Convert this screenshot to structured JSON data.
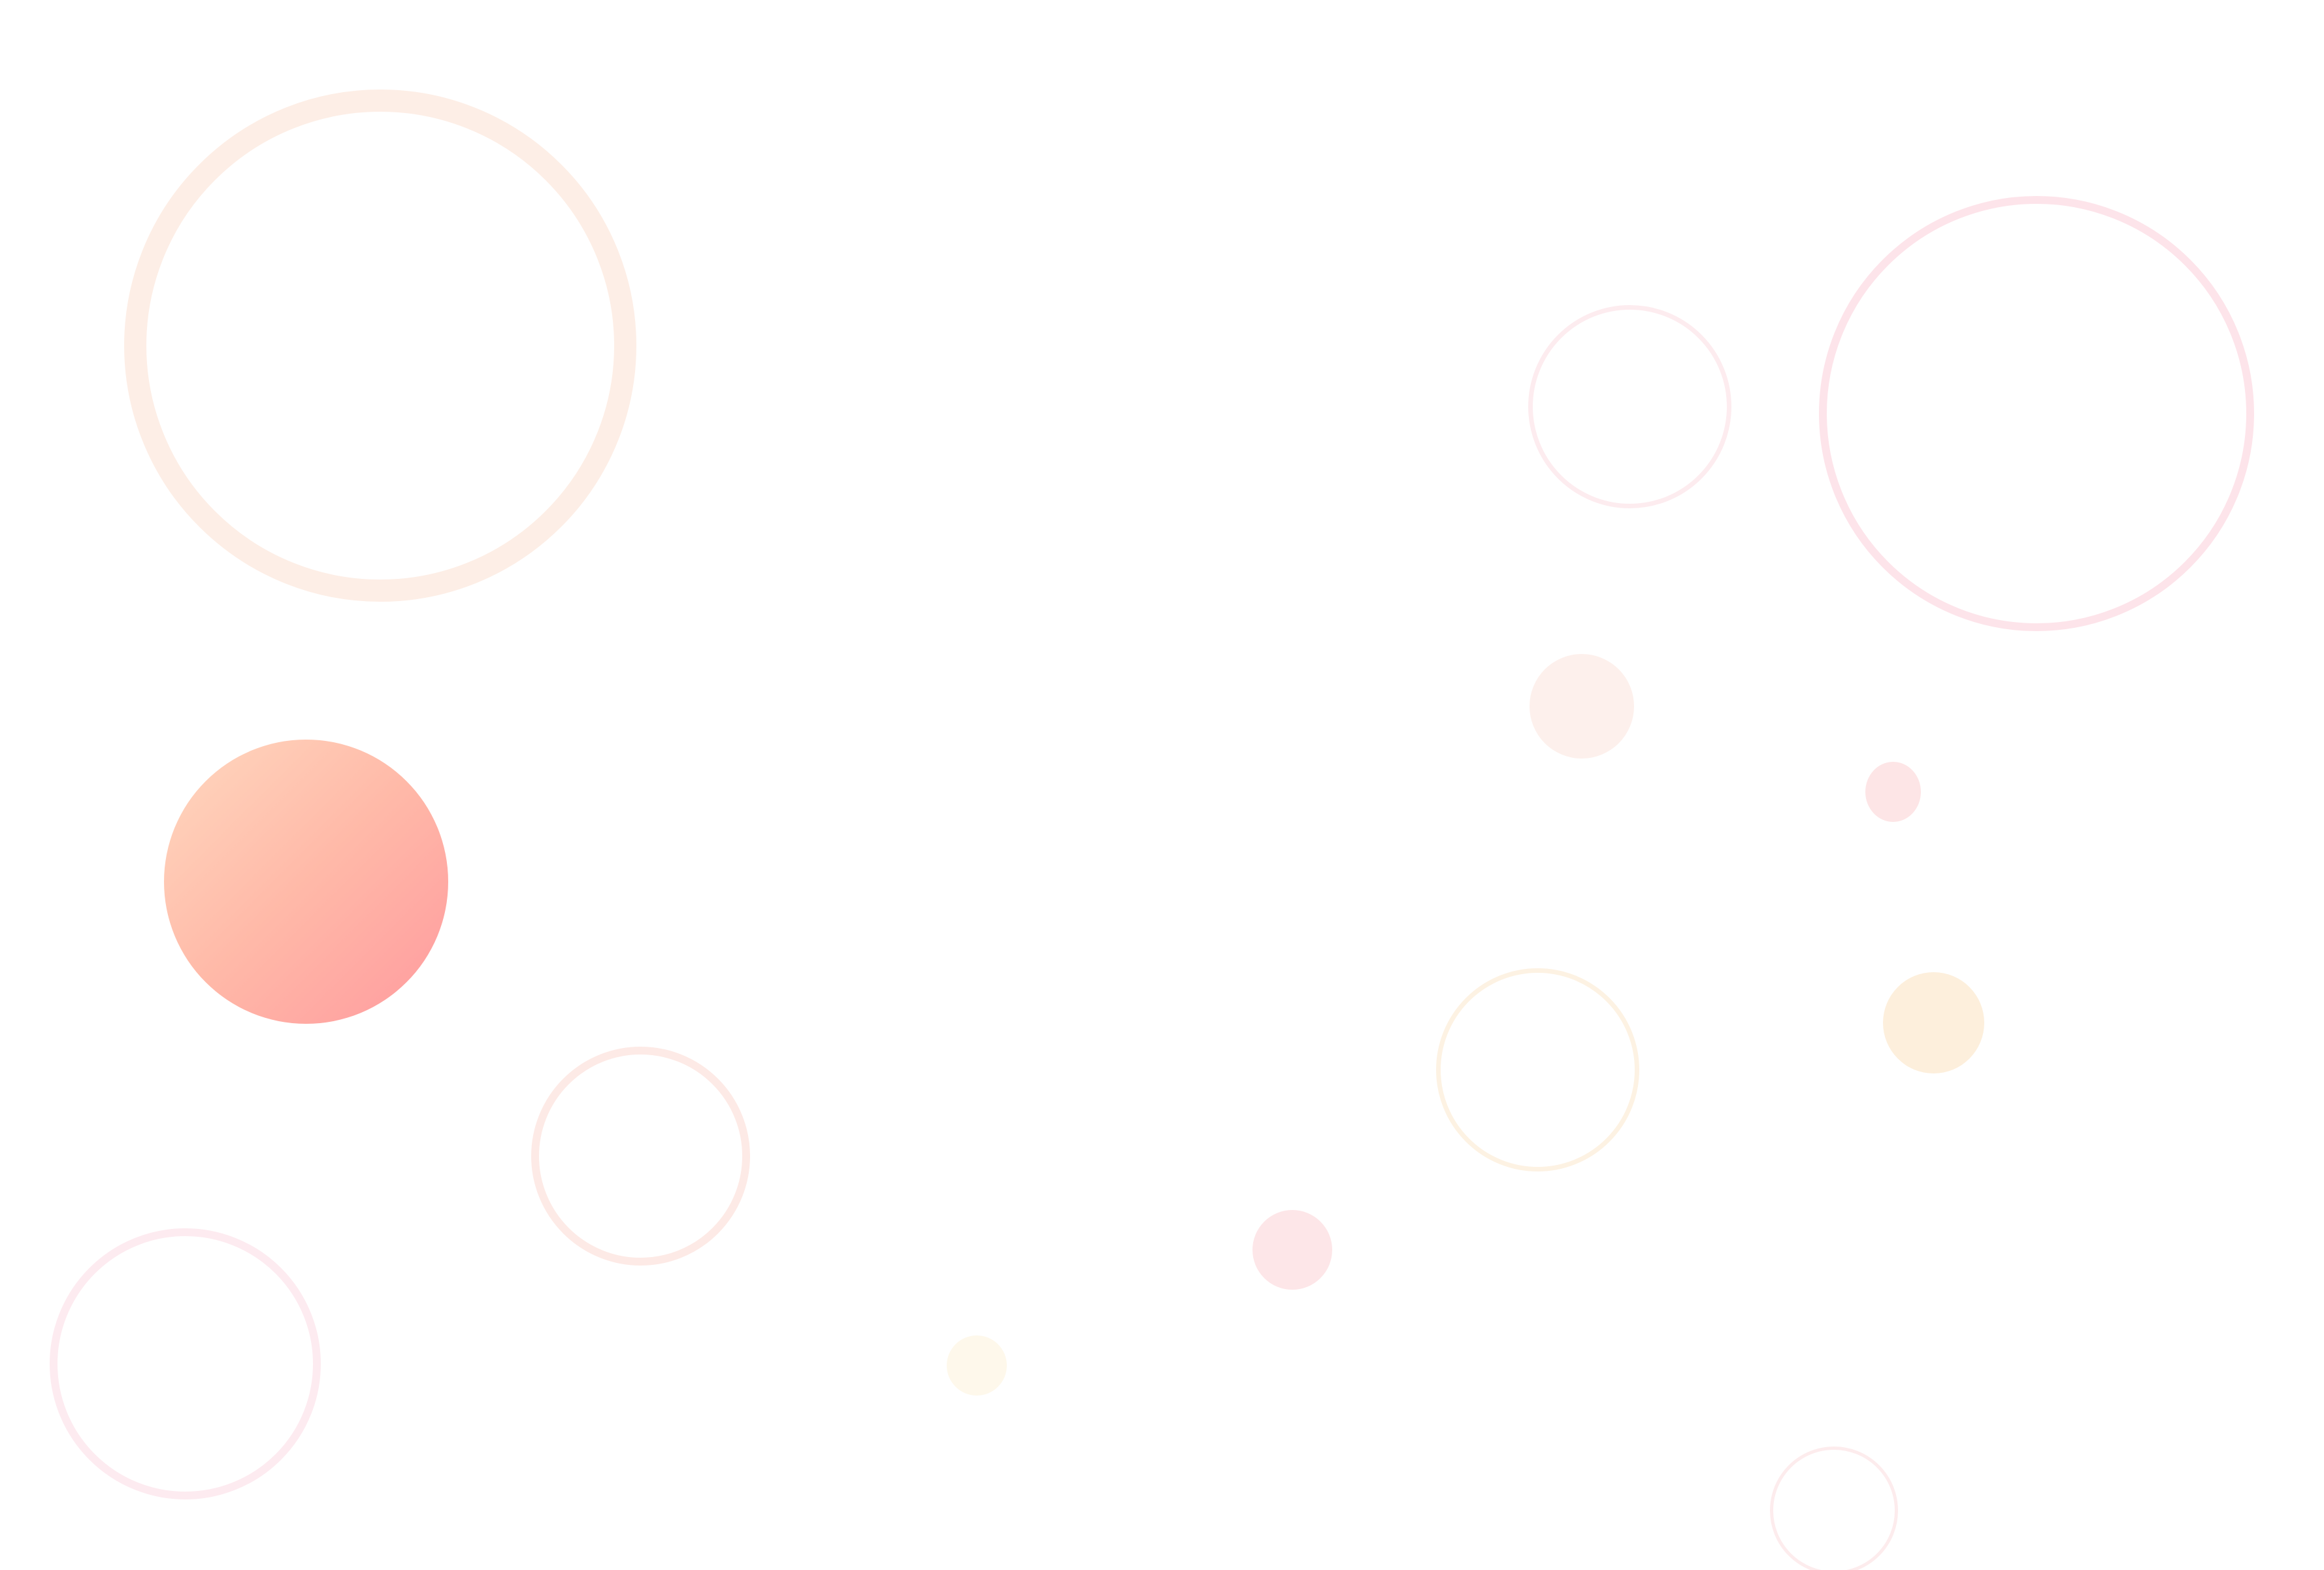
{
  "background_color": "#ffffff",
  "palette": {
    "peach": "#fdeee6",
    "pink": "#fde4ea",
    "cream": "#fdf2e3",
    "gradient_start": "#ffd1b8",
    "gradient_end": "#ff9a9e"
  },
  "decorations": [
    {
      "name": "ring-large-peach",
      "kind": "ring",
      "color": "#fdeee6"
    },
    {
      "name": "ring-large-pink",
      "kind": "ring",
      "color": "#fde4ea"
    },
    {
      "name": "ring-small-pink-top",
      "kind": "ring",
      "color": "#fdecef"
    },
    {
      "name": "ring-medium-cream",
      "kind": "ring",
      "color": "#fdf2e3"
    },
    {
      "name": "ring-medium-peach",
      "kind": "ring",
      "color": "#fdeae6"
    },
    {
      "name": "ring-bottom-left-pink",
      "kind": "ring",
      "color": "#fdebf0"
    },
    {
      "name": "ring-bottom-right",
      "kind": "ring",
      "color": "#fdeced"
    },
    {
      "name": "gradient-disc",
      "kind": "gradient-disc",
      "color": "#ff9a9e"
    },
    {
      "name": "dot-peach",
      "kind": "dot",
      "color": "#fdf0ec"
    },
    {
      "name": "dot-pink-small",
      "kind": "dot",
      "color": "#fde5e6"
    },
    {
      "name": "dot-cream",
      "kind": "dot",
      "color": "#fdefdc"
    },
    {
      "name": "dot-pink-mid",
      "kind": "dot",
      "color": "#fde6e8"
    },
    {
      "name": "dot-yellow",
      "kind": "dot",
      "color": "#fef8eb"
    }
  ]
}
